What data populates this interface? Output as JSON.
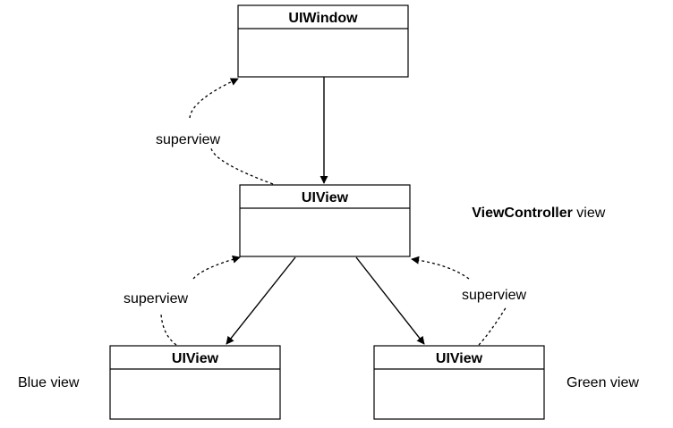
{
  "diagram": {
    "nodes": {
      "window": {
        "title": "UIWindow"
      },
      "root_view": {
        "title": "UIView"
      },
      "blue_view": {
        "title": "UIView"
      },
      "green_view": {
        "title": "UIView"
      }
    },
    "labels": {
      "vc_view_bold": "ViewController",
      "vc_view_rest": " view",
      "blue_view": "Blue view",
      "green_view": "Green view",
      "superview_top": "superview",
      "superview_left": "superview",
      "superview_right": "superview"
    }
  }
}
